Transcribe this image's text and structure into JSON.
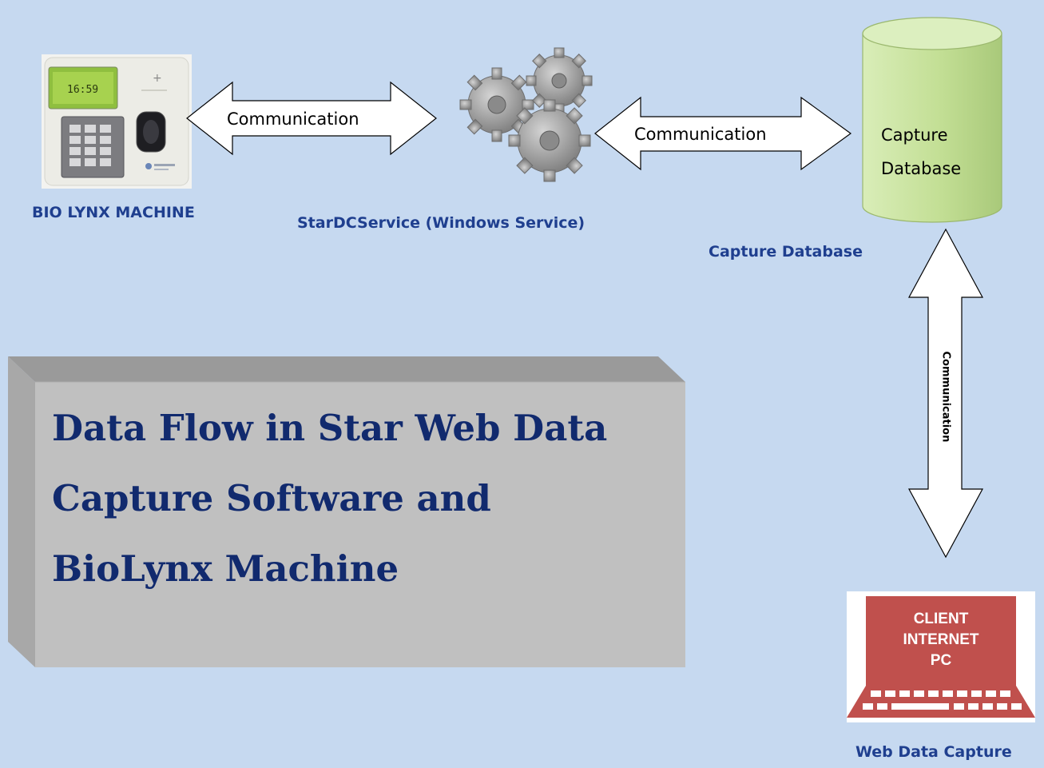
{
  "device": {
    "caption": "BIO LYNX MACHINE",
    "screen_text": "16:59"
  },
  "service": {
    "caption": "StarDCService (Windows Service)"
  },
  "database": {
    "inner_line1": "Capture",
    "inner_line2": "Database",
    "caption": "Capture Database"
  },
  "arrows": {
    "device_service": "Communication",
    "service_database": "Communication",
    "database_client": "Communication"
  },
  "title_box": {
    "line1": "Data Flow in Star Web Data",
    "line2": "Capture Software and",
    "line3": "BioLynx Machine"
  },
  "client": {
    "line1": "CLIENT",
    "line2": "INTERNET",
    "line3": "PC",
    "caption": "Web Data Capture"
  },
  "colors": {
    "background": "#c6d9f0",
    "caption_text": "#1f3f8f",
    "title_text": "#112a6e",
    "box_face": "#c0c0c0",
    "database_fill": "#c9e3a0",
    "client_red": "#c0504d"
  }
}
